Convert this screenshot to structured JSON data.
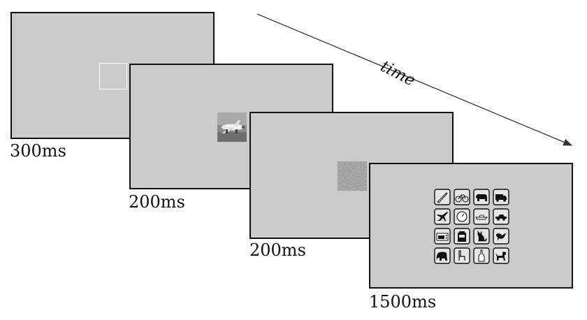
{
  "timeline": {
    "axis_label": "time",
    "frames": [
      {
        "duration": "300ms",
        "content": "fixation square"
      },
      {
        "duration": "200ms",
        "content": "target image (airplane)"
      },
      {
        "duration": "200ms",
        "content": "noise mask"
      },
      {
        "duration": "1500ms",
        "content": "response grid"
      }
    ]
  },
  "response_grid": {
    "rows": 4,
    "cols": 4,
    "icons": [
      "knife-icon",
      "bicycle-icon",
      "bear-icon",
      "truck-icon",
      "airplane-icon",
      "clock-icon",
      "boat-icon",
      "car-icon",
      "oven-icon",
      "toaster-icon",
      "cat-icon",
      "bird-icon",
      "elephant-icon",
      "chair-icon",
      "bottle-icon",
      "dog-icon"
    ]
  },
  "colors": {
    "screen": "#cbcbcb",
    "border": "#111111",
    "icon": "#111111",
    "fixation": "#ffffff"
  }
}
